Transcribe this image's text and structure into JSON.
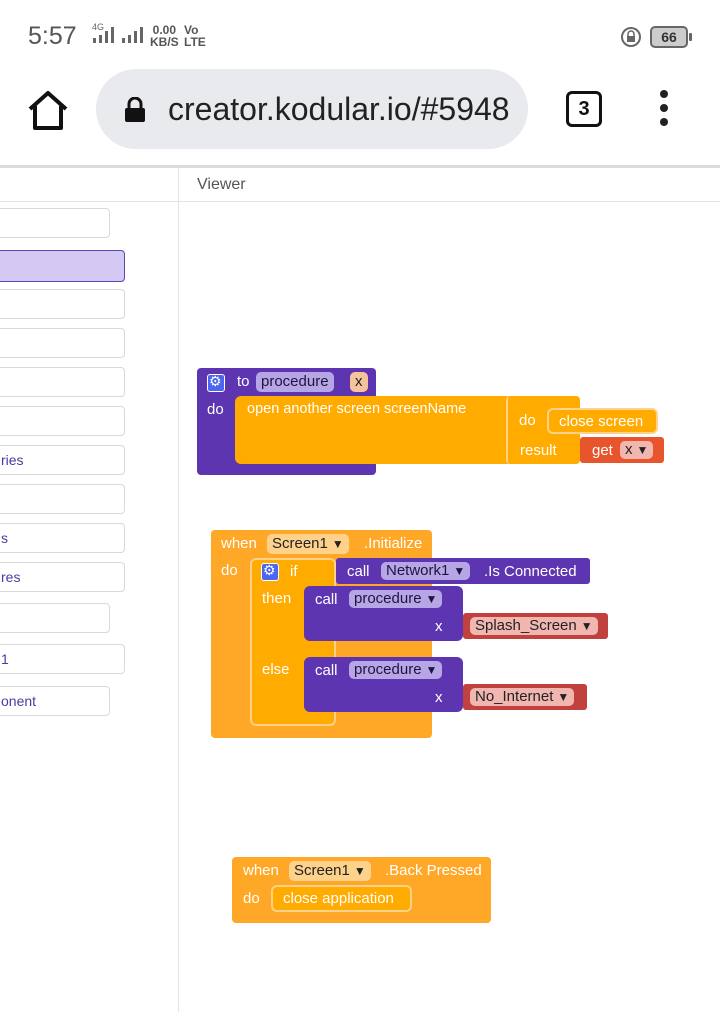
{
  "status_bar": {
    "time": "5:57",
    "signal1_label": "4G",
    "speed_value": "0.00",
    "speed_unit": "KB/S",
    "volte": "Vo LTE",
    "battery": "66"
  },
  "browser": {
    "url": "creator.kodular.io/#5948",
    "tab_count": "3"
  },
  "left_panel": {
    "items": [
      "",
      "",
      "",
      "",
      "",
      "",
      "ries",
      "",
      "s",
      "res",
      "",
      "1",
      "onent"
    ]
  },
  "viewer": {
    "title": "Viewer",
    "block_procedure": {
      "to": "to",
      "name": "procedure",
      "param": "x",
      "do": "do",
      "open_screen": "open another screen  screenName",
      "inner_do": "do",
      "close_screen": "close screen",
      "result": "result",
      "get": "get",
      "get_var": "x"
    },
    "block_init": {
      "when": "when",
      "screen": "Screen1",
      "event": ".Initialize",
      "do": "do",
      "if": "if",
      "call": "call",
      "component": "Network1",
      "method": ".Is Connected",
      "then": "then",
      "then_call": "call",
      "then_proc": "procedure",
      "then_x": "x",
      "then_arg": "Splash_Screen",
      "else": "else",
      "else_call": "call",
      "else_proc": "procedure",
      "else_x": "x",
      "else_arg": "No_Internet"
    },
    "block_back": {
      "when": "when",
      "screen": "Screen1",
      "event": ".Back Pressed",
      "do": "do",
      "action": "close application"
    }
  },
  "colors": {
    "procedure_purple": "#5e35b1",
    "control_orange": "#ffa726",
    "text_orange": "#ffab00",
    "red_var": "#e8552d",
    "text_red": "#c0413e"
  }
}
